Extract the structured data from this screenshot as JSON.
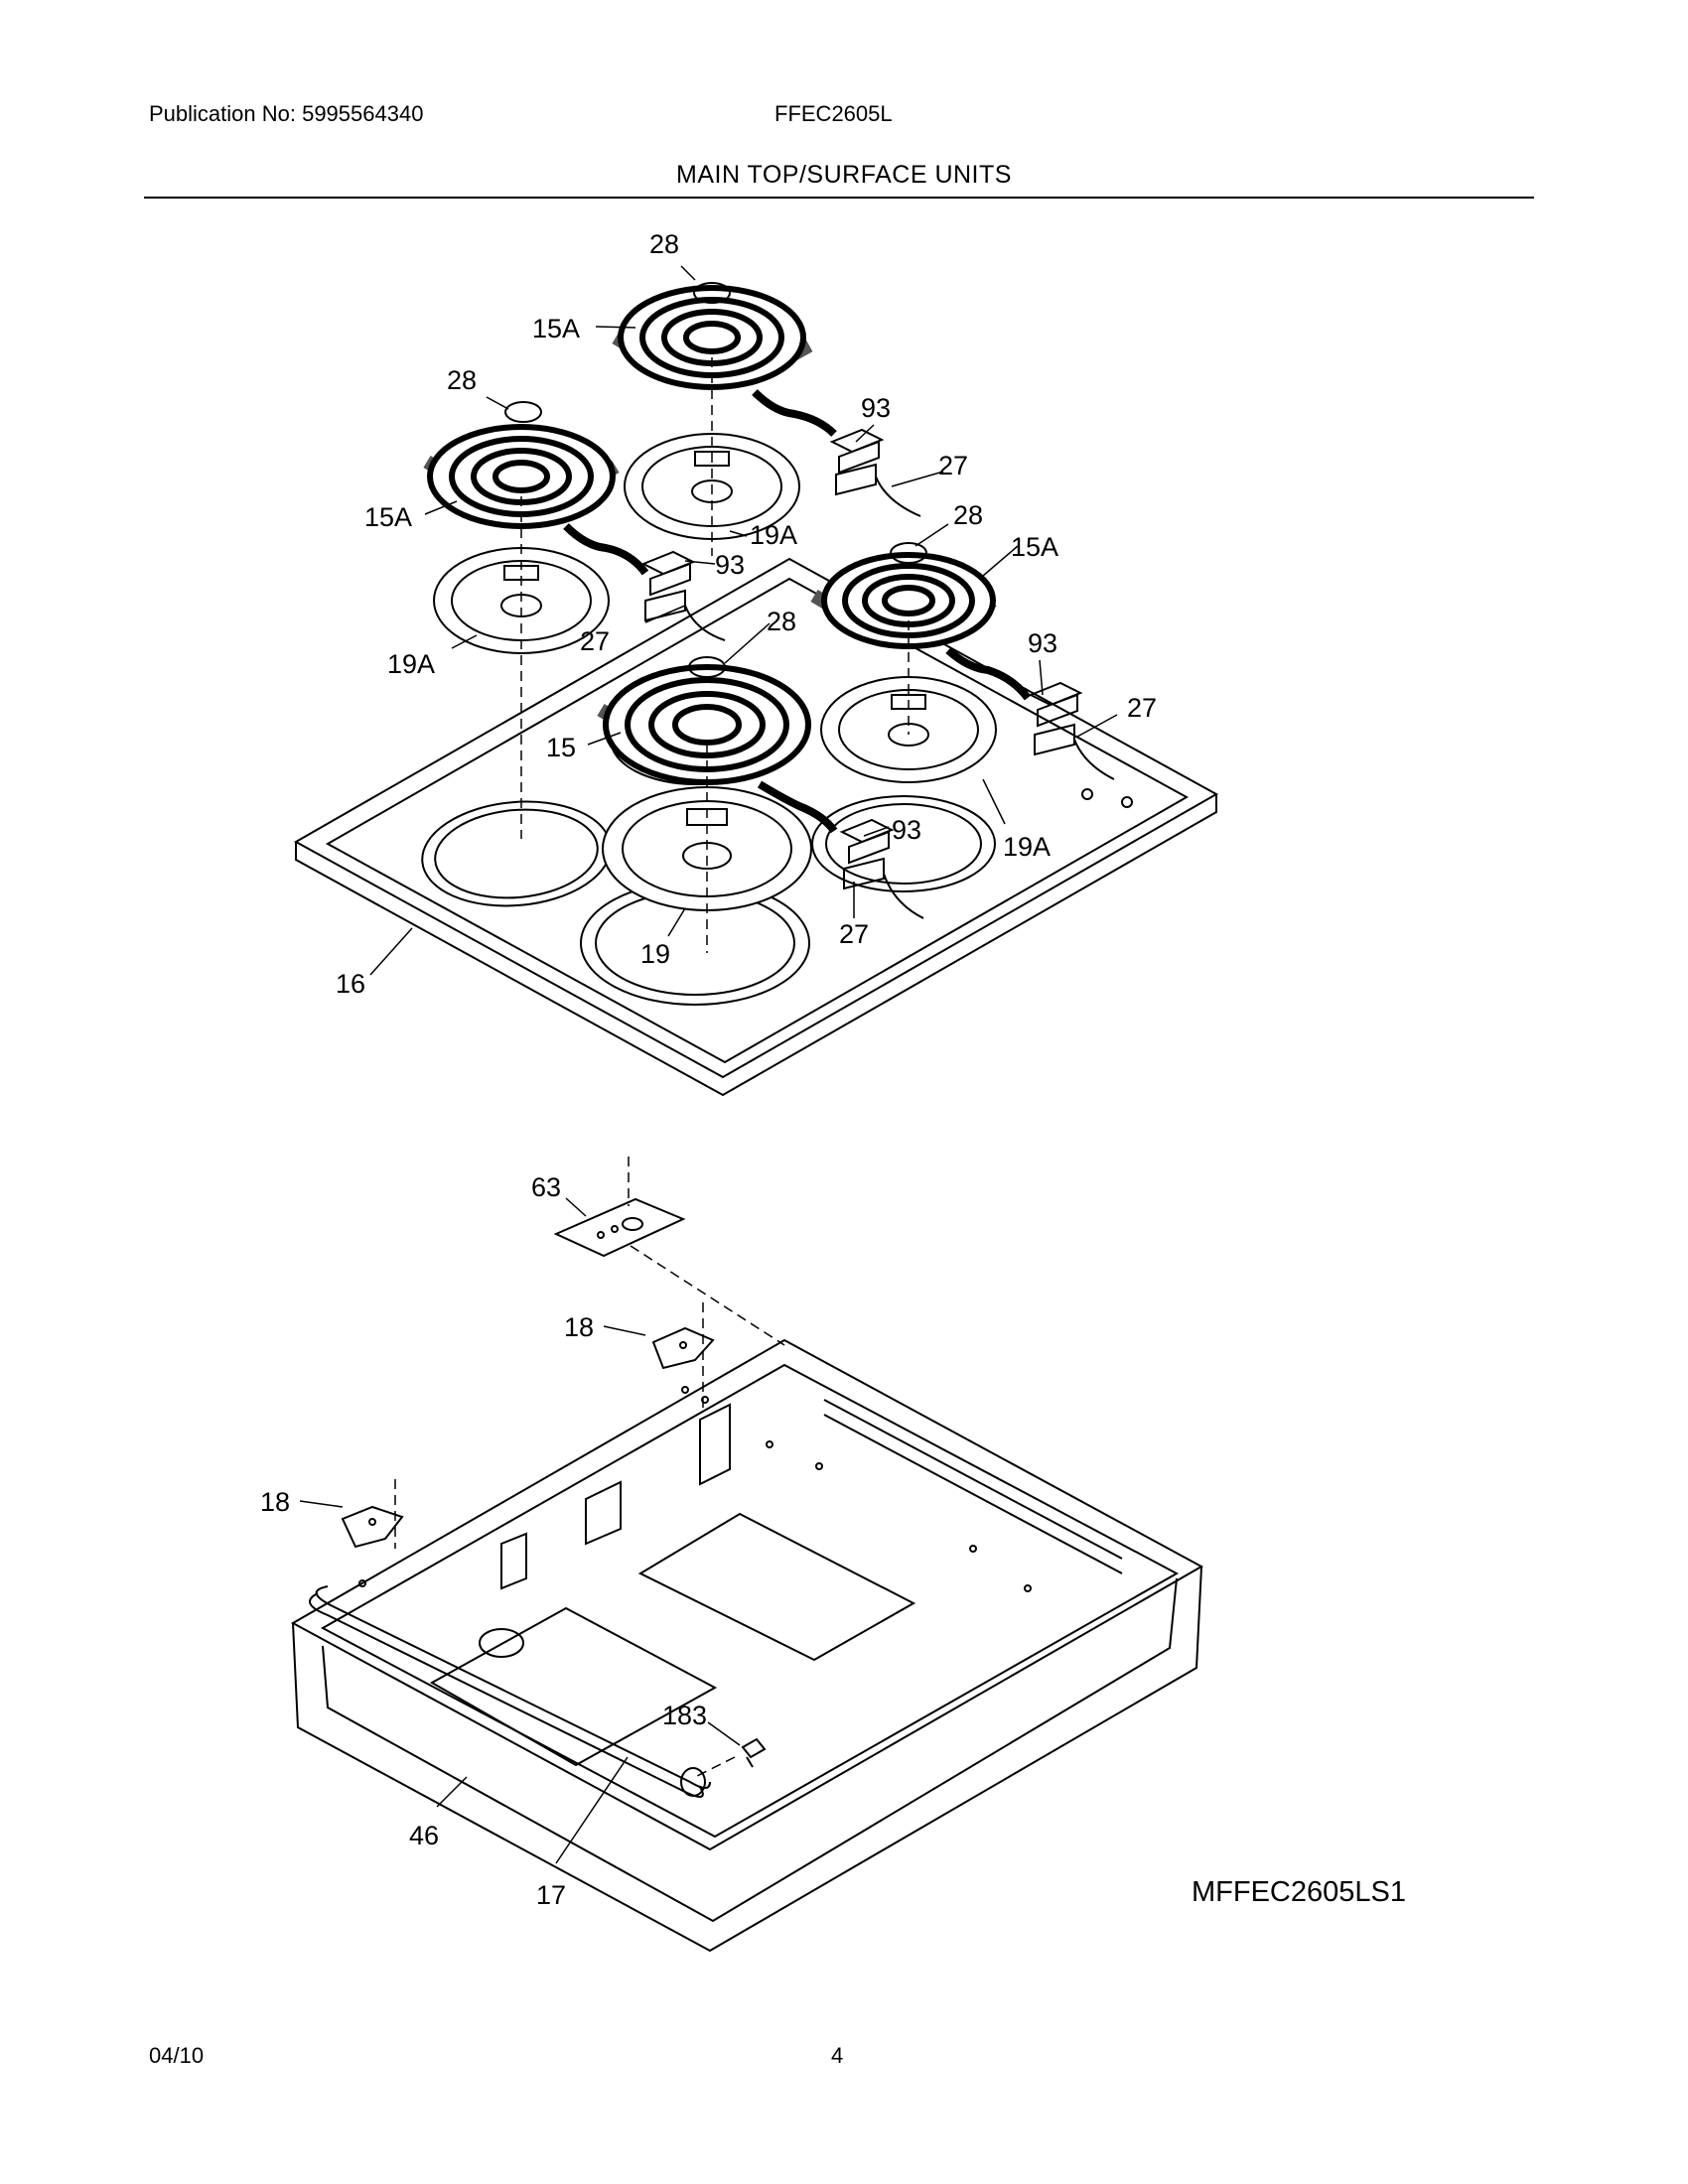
{
  "header": {
    "publication": "Publication No: 5995564340",
    "model": "FFEC2605L",
    "section_title": "MAIN TOP/SURFACE UNITS"
  },
  "callouts": {
    "c28a": "28",
    "c15a1": "15A",
    "c28b": "28",
    "c93a": "93",
    "c27a": "27",
    "c15a2": "15A",
    "c19a1": "19A",
    "c93b": "93",
    "c19a2": "19A",
    "c27b": "27",
    "c28c": "28",
    "c15a3": "15A",
    "c28d": "28",
    "c93c": "93",
    "c15": "15",
    "c27c": "27",
    "c93d": "93",
    "c19a3": "19A",
    "c19": "19",
    "c27d": "27",
    "c16": "16",
    "c63": "63",
    "c18a": "18",
    "c18b": "18",
    "c183": "183",
    "c46": "46",
    "c17": "17"
  },
  "diagram_code": "MFFEC2605LS1",
  "footer": {
    "date": "04/10",
    "page": "4"
  }
}
